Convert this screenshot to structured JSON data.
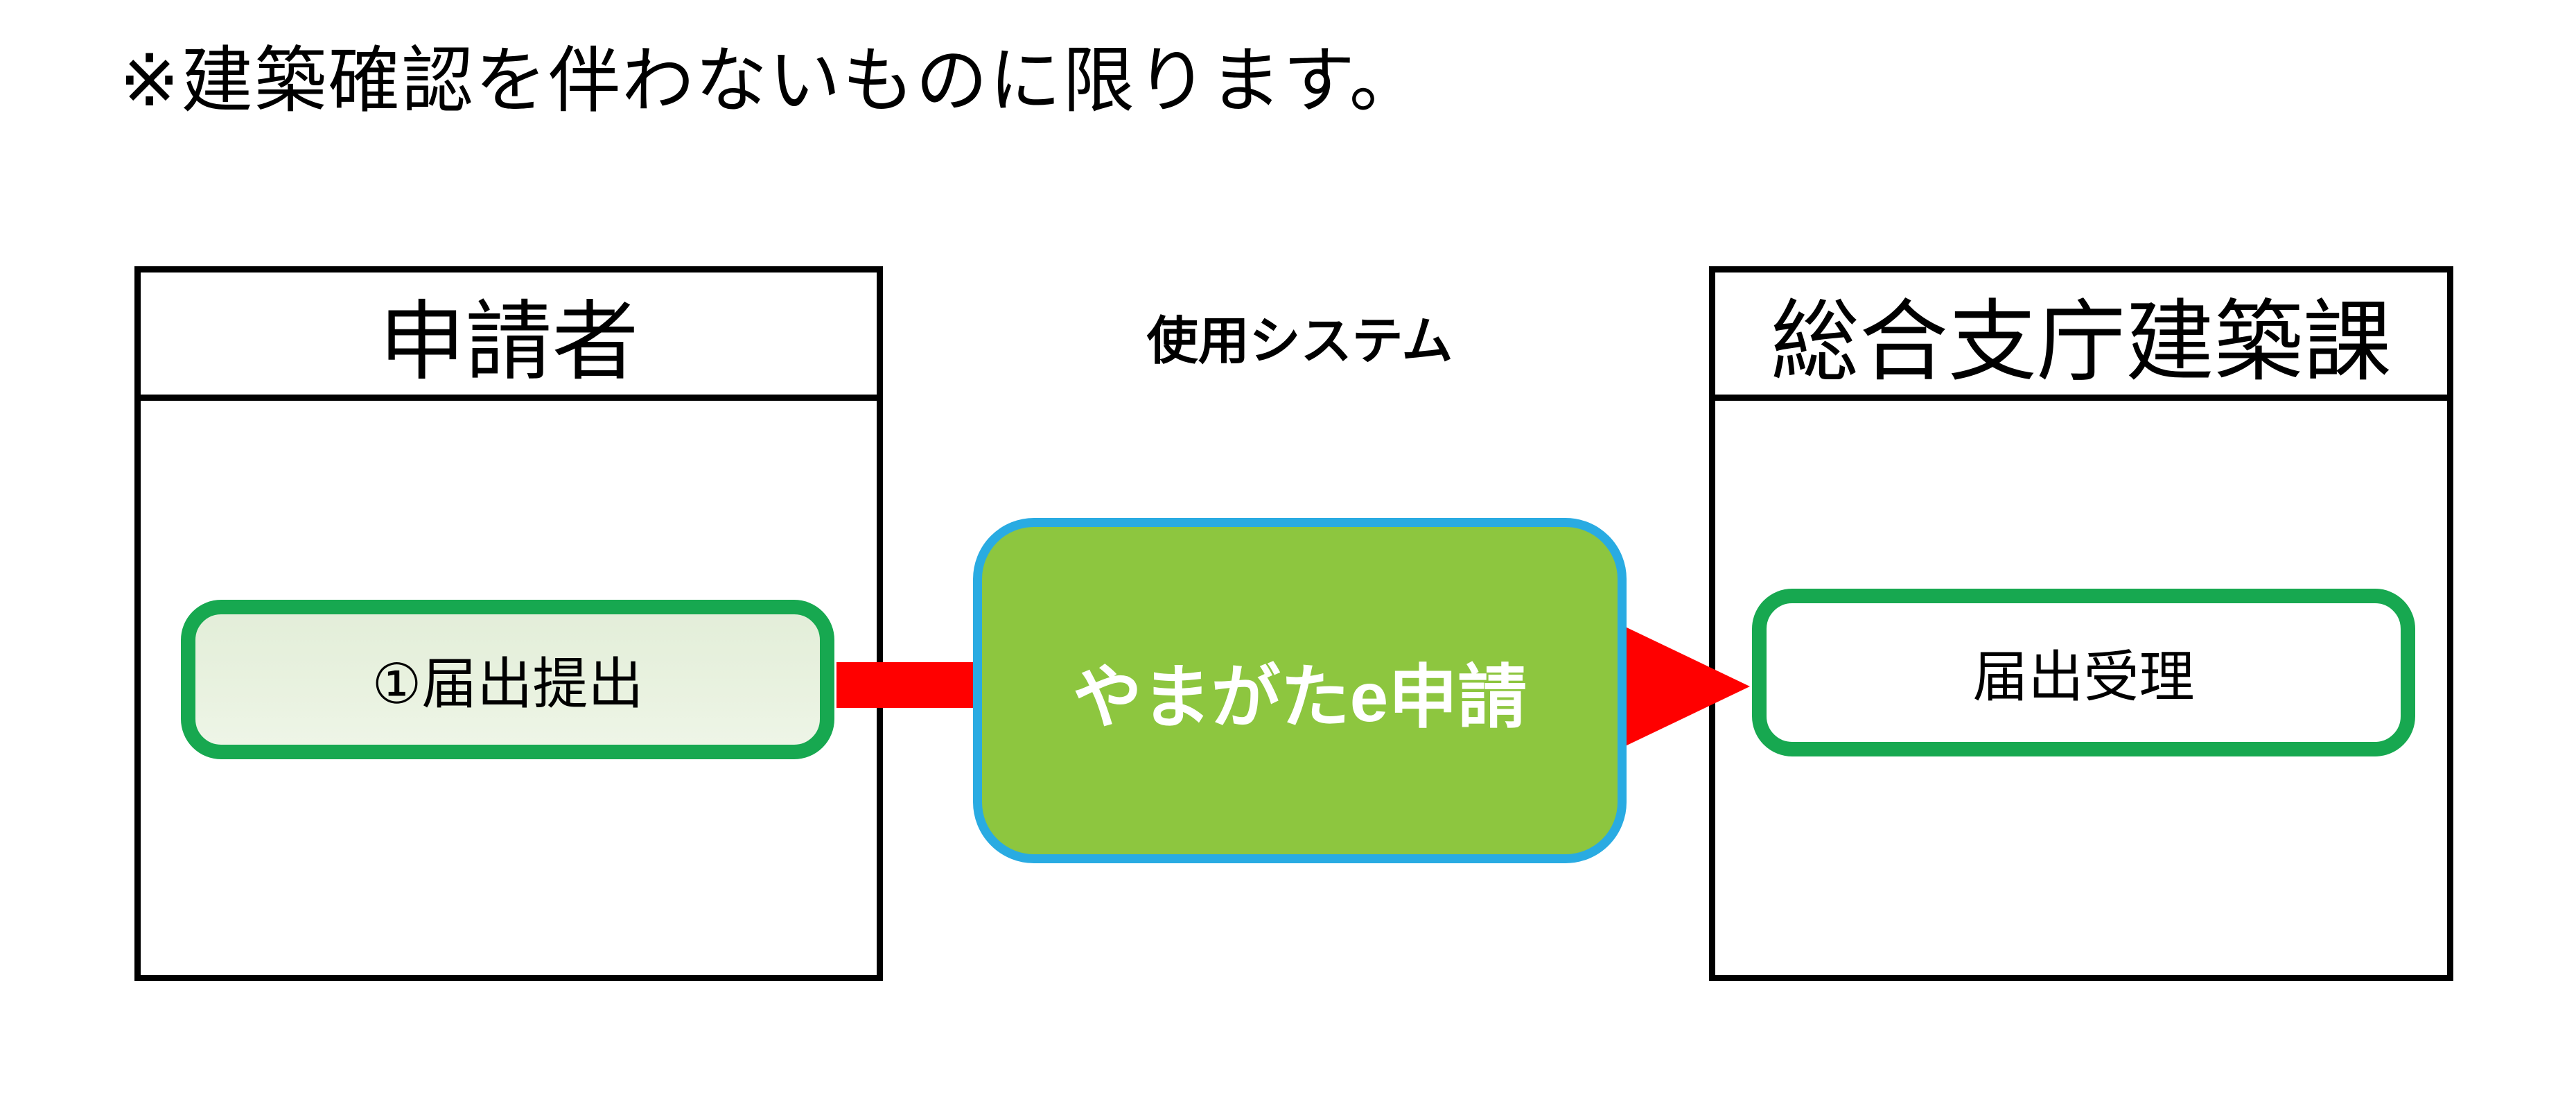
{
  "note": "※建築確認を伴わないものに限ります。",
  "left_lane": {
    "title": "申請者",
    "step": "①届出提出"
  },
  "system": {
    "label": "使用システム",
    "name": "やまがたe申請"
  },
  "right_lane": {
    "title": "総合支庁建築課",
    "step": "届出受理"
  },
  "colors": {
    "system_fill": "#8dc63f",
    "system_border": "#29abe2",
    "step_border": "#17a850",
    "step_fill_left": "#e8f1df",
    "step_fill_right": "#ffffff",
    "connector": "#ff0000",
    "lane_border": "#000000",
    "system_text": "#ffffff",
    "text": "#000000"
  }
}
